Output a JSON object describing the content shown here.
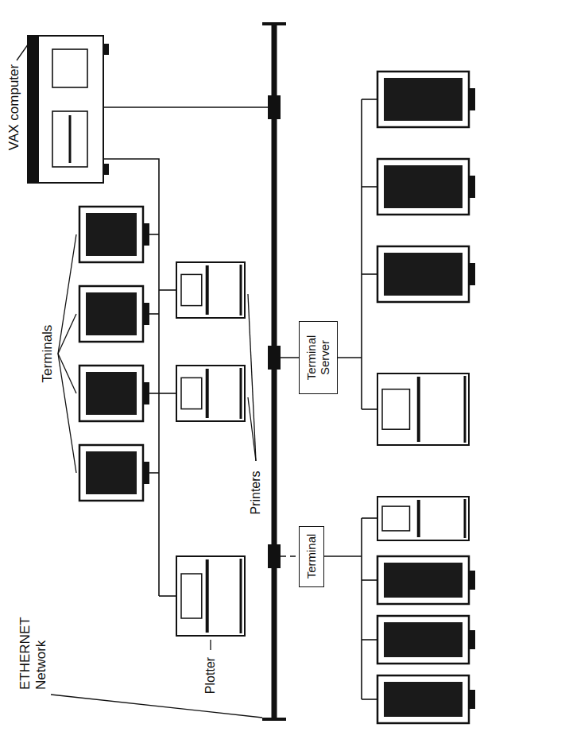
{
  "diagram": {
    "nodes": [
      {
        "text": [
          "Terminal Server"
        ]
      },
      {
        "text": [
          "Terminal"
        ]
      }
    ],
    "labels": [
      "VAX computer",
      "Terminals",
      "Printers",
      "Plotter",
      "ETHERNET Network"
    ]
  }
}
